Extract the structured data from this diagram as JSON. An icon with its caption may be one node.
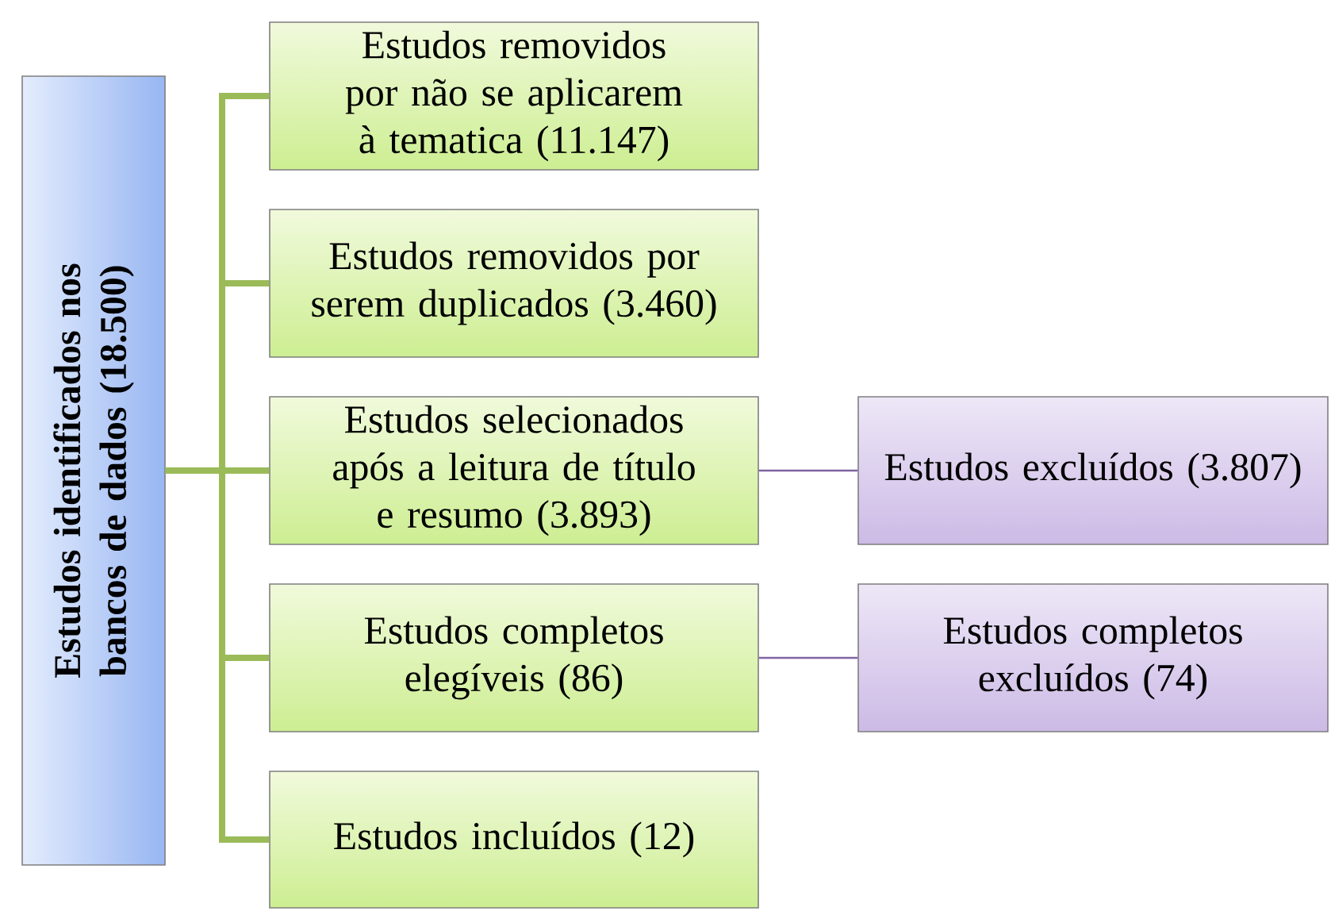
{
  "diagram": {
    "nodes": [
      {
        "text": [
          "Estudos identificados nos bancos de dados (18.500)"
        ]
      },
      {
        "text": [
          "Estudos removidos por não se aplicarem à tematica (11.147)"
        ]
      },
      {
        "text": [
          "Estudos removidos por serem duplicados (3.460)"
        ]
      },
      {
        "text": [
          "Estudos selecionados após a leitura de título e resumo (3.893)"
        ]
      },
      {
        "text": [
          "Estudos completos elegíveis (86)"
        ]
      },
      {
        "text": [
          "Estudos incluídos (12)"
        ]
      },
      {
        "text": [
          "Estudos excluídos (3.807)"
        ]
      },
      {
        "text": [
          "Estudos completos excluídos (74)"
        ]
      }
    ],
    "edges": [
      {
        "from": 0,
        "to": 1,
        "arrow": "none"
      },
      {
        "from": 0,
        "to": 2,
        "arrow": "none"
      },
      {
        "from": 0,
        "to": 3,
        "arrow": "none"
      },
      {
        "from": 0,
        "to": 4,
        "arrow": "none"
      },
      {
        "from": 0,
        "to": 5,
        "arrow": "none"
      },
      {
        "from": 3,
        "to": 6,
        "arrow": "none",
        "color": "#8064a2"
      },
      {
        "from": 4,
        "to": 7,
        "arrow": "none",
        "color": "#8064a2"
      }
    ]
  }
}
